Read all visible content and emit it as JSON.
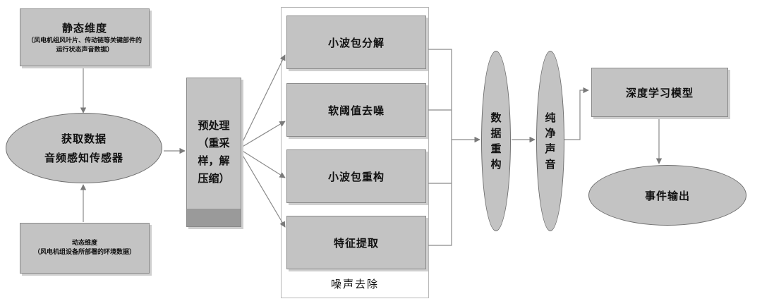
{
  "static_dim": {
    "title": "静态维度",
    "desc": "（风电机组风叶片、传动链等关键部件的运行状态声音数据）"
  },
  "acquire": {
    "line1": "获取数据",
    "line2": "音频感知传感器"
  },
  "dynamic_dim": {
    "title": "动态维度",
    "desc": "（风电机组设备所部署的环境数据）"
  },
  "preprocess": {
    "line1": "预处理",
    "line2": "（重采",
    "line3": "样，解",
    "line4": "压缩）"
  },
  "noise_group": {
    "caption": "噪声去除",
    "steps": [
      "小波包分解",
      "软阈值去噪",
      "小波包重构",
      "特征提取"
    ]
  },
  "reconstruct": {
    "label": "数据重构"
  },
  "clean_audio": {
    "label": "纯净声音"
  },
  "deep_model": {
    "label": "深度学习模型"
  },
  "event_output": {
    "label": "事件输出"
  }
}
